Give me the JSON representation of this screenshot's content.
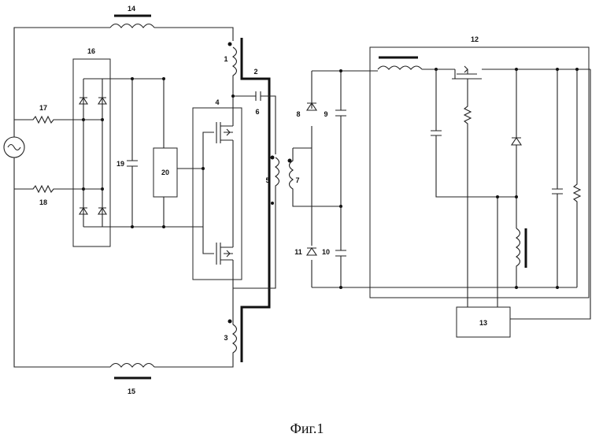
{
  "labels": {
    "l1": "1",
    "l2": "2",
    "l3": "3",
    "l4": "4",
    "l5": "5",
    "l6": "6",
    "l7": "7",
    "l8": "8",
    "l9": "9",
    "l10": "10",
    "l11": "11",
    "l12": "12",
    "l13": "13",
    "l14": "14",
    "l15": "15",
    "l16": "16",
    "l17": "17",
    "l18": "18",
    "l19": "19",
    "l20": "20"
  },
  "caption": "Фиг.1"
}
